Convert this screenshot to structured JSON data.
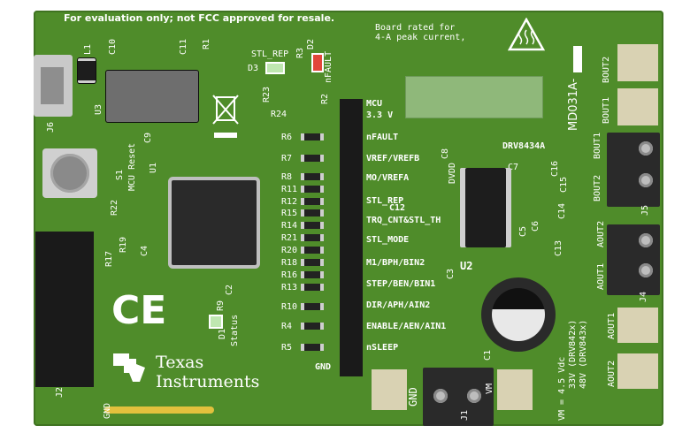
{
  "header": {
    "notice": "For evaluation only; not FCC approved for resale."
  },
  "board_note": {
    "line1": "Board rated for",
    "line2": "4-A peak current,"
  },
  "part_number": "MD031A-",
  "ic_label": "DRV8434A",
  "mcu_header": {
    "title": "MCU",
    "voltage": "3.3 V"
  },
  "pins": [
    "nFAULT",
    "VREF/VREFB",
    "MO/VREFA",
    "STL_REP",
    "TRQ_CNT&STL_TH",
    "STL_MODE",
    "M1/BPH/BIN2",
    "STEP/BEN/BIN1",
    "DIR/APH/AIN2",
    "ENABLE/AEN/AIN1",
    "nSLEEP"
  ],
  "gnd_label": "GND",
  "resistors_left": [
    "R6",
    "R7",
    "R8",
    "R11",
    "R12",
    "R15",
    "R14",
    "R21",
    "R20",
    "R18",
    "R16",
    "R13",
    "R10",
    "R4",
    "R5"
  ],
  "refs": {
    "l1": "L1",
    "c10": "C10",
    "c11": "C11",
    "r1": "R1",
    "u3": "U3",
    "j6": "J6",
    "r2": "R2",
    "r3": "R3",
    "d2": "D2",
    "nfault": "nFAULT",
    "stl_rep": "STL_REP",
    "d3": "D3",
    "r23": "R23",
    "r24": "R24",
    "c9": "C9",
    "u1": "U1",
    "s1": "S1",
    "mcu_reset": "MCU Reset",
    "r22": "R22",
    "r19": "R19",
    "r17": "R17",
    "c4": "C4",
    "c2": "C2",
    "r9": "R9",
    "d1": "D1",
    "status": "Status",
    "j2": "J2",
    "gnd_bottom": "GND",
    "c8": "C8",
    "dvdd": "DVDD",
    "c7": "C7",
    "c12": "C12",
    "c5": "C5",
    "c6": "C6",
    "c3": "C3",
    "u2": "U2",
    "c16": "C16",
    "c15": "C15",
    "c14": "C14",
    "c13": "C13",
    "c1": "C1",
    "bout2_top": "BOUT2",
    "bout1_top": "BOUT1",
    "bout1": "BOUT1",
    "bout2": "BOUT2",
    "j5": "J5",
    "aout2": "AOUT2",
    "aout1": "AOUT1",
    "j4": "J4",
    "aout1_bottom": "AOUT1",
    "aout2_bottom": "AOUT2",
    "gnd_j1": "GND",
    "vm": "VM",
    "j1": "J1"
  },
  "vm_spec": {
    "line1": "VM = 4.5 Vdc",
    "line2": "33V (DRV842x)",
    "line3": "48V (DRV843x)"
  },
  "logo": {
    "line1": "Texas",
    "line2": "Instruments"
  },
  "ce_mark": "CE",
  "colors": {
    "board": "#4f8c2a",
    "silkscreen": "#ffffff",
    "chip": "#1d1d1d",
    "header_pin": "#d9c45a"
  }
}
